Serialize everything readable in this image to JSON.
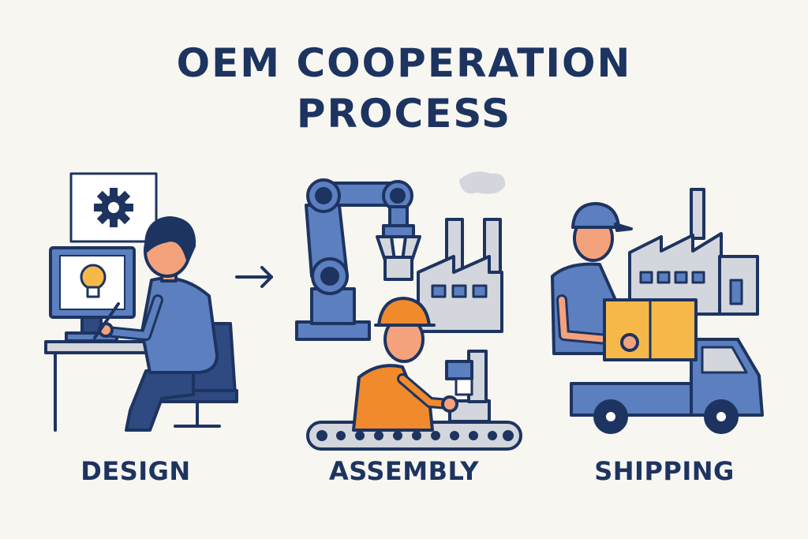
{
  "title": {
    "line1": "OEM COOPERATION",
    "line2": "PROCESS"
  },
  "stages": [
    {
      "label": "DESIGN",
      "icons": [
        "person-at-computer",
        "lightbulb-icon",
        "gear-icon",
        "chair"
      ]
    },
    {
      "label": "ASSEMBLY",
      "icons": [
        "robotic-arm",
        "factory",
        "worker-hardhat",
        "conveyor-belt"
      ]
    },
    {
      "label": "SHIPPING",
      "icons": [
        "delivery-worker",
        "box",
        "warehouse",
        "truck"
      ]
    }
  ],
  "connectors": [
    {
      "from": "DESIGN",
      "to": "ASSEMBLY",
      "symbol": "arrow-right"
    }
  ],
  "colors": {
    "navy": "#1d3461",
    "blue": "#5b7fbf",
    "dark_blue": "#2e4a80",
    "orange": "#f08a2c",
    "yellow": "#f7b84a",
    "skin": "#f4a27c",
    "gray": "#d3d6dc",
    "background": "#f8f6f1"
  }
}
